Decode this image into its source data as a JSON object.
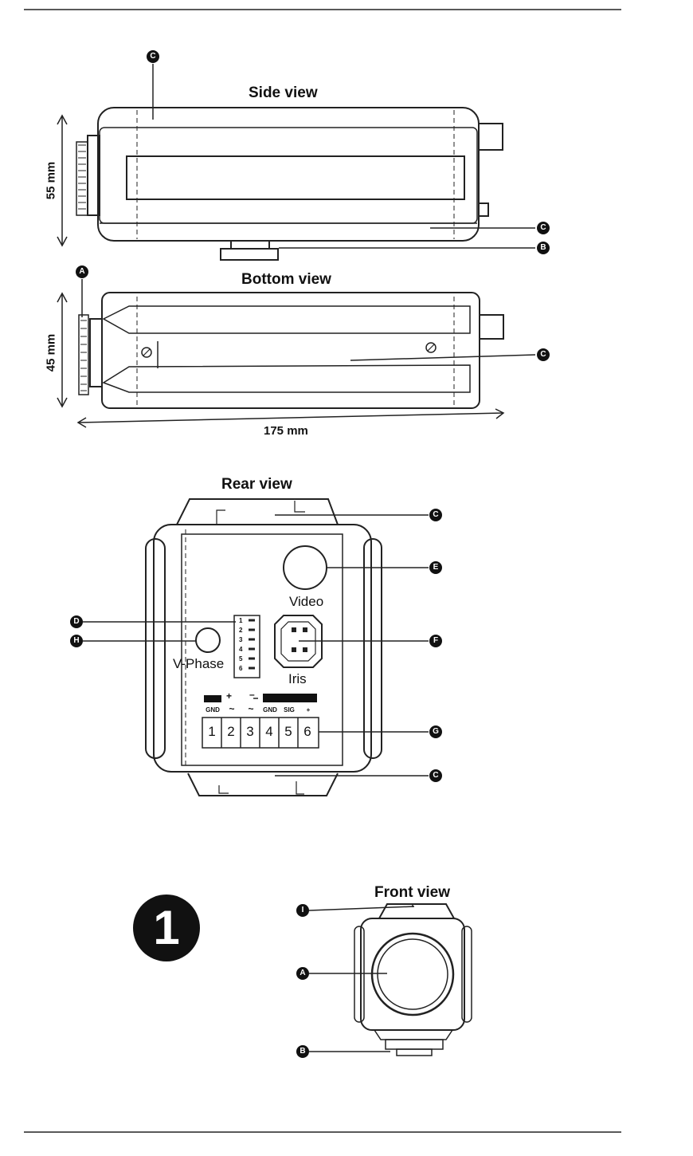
{
  "views": {
    "side": "Side view",
    "bottom": "Bottom view",
    "rear": "Rear view",
    "front": "Front view"
  },
  "dimensions": {
    "height": "55 mm",
    "width": "45 mm",
    "length": "175 mm"
  },
  "callouts": {
    "A": "A",
    "B": "B",
    "C": "C",
    "D": "D",
    "E": "E",
    "F": "F",
    "G": "G",
    "H": "H",
    "I": "I"
  },
  "rear_labels": {
    "video": "Video",
    "iris": "Iris",
    "vphase": "V-Phase",
    "switch_numbers": [
      "1",
      "2",
      "3",
      "4",
      "5",
      "6"
    ],
    "terminal_top": [
      "+",
      "–"
    ],
    "terminal_sub": [
      "GND",
      "~",
      "~",
      "GND",
      "SIG",
      "+"
    ],
    "terminals": [
      "1",
      "2",
      "3",
      "4",
      "5",
      "6"
    ]
  },
  "figure_number": "1"
}
